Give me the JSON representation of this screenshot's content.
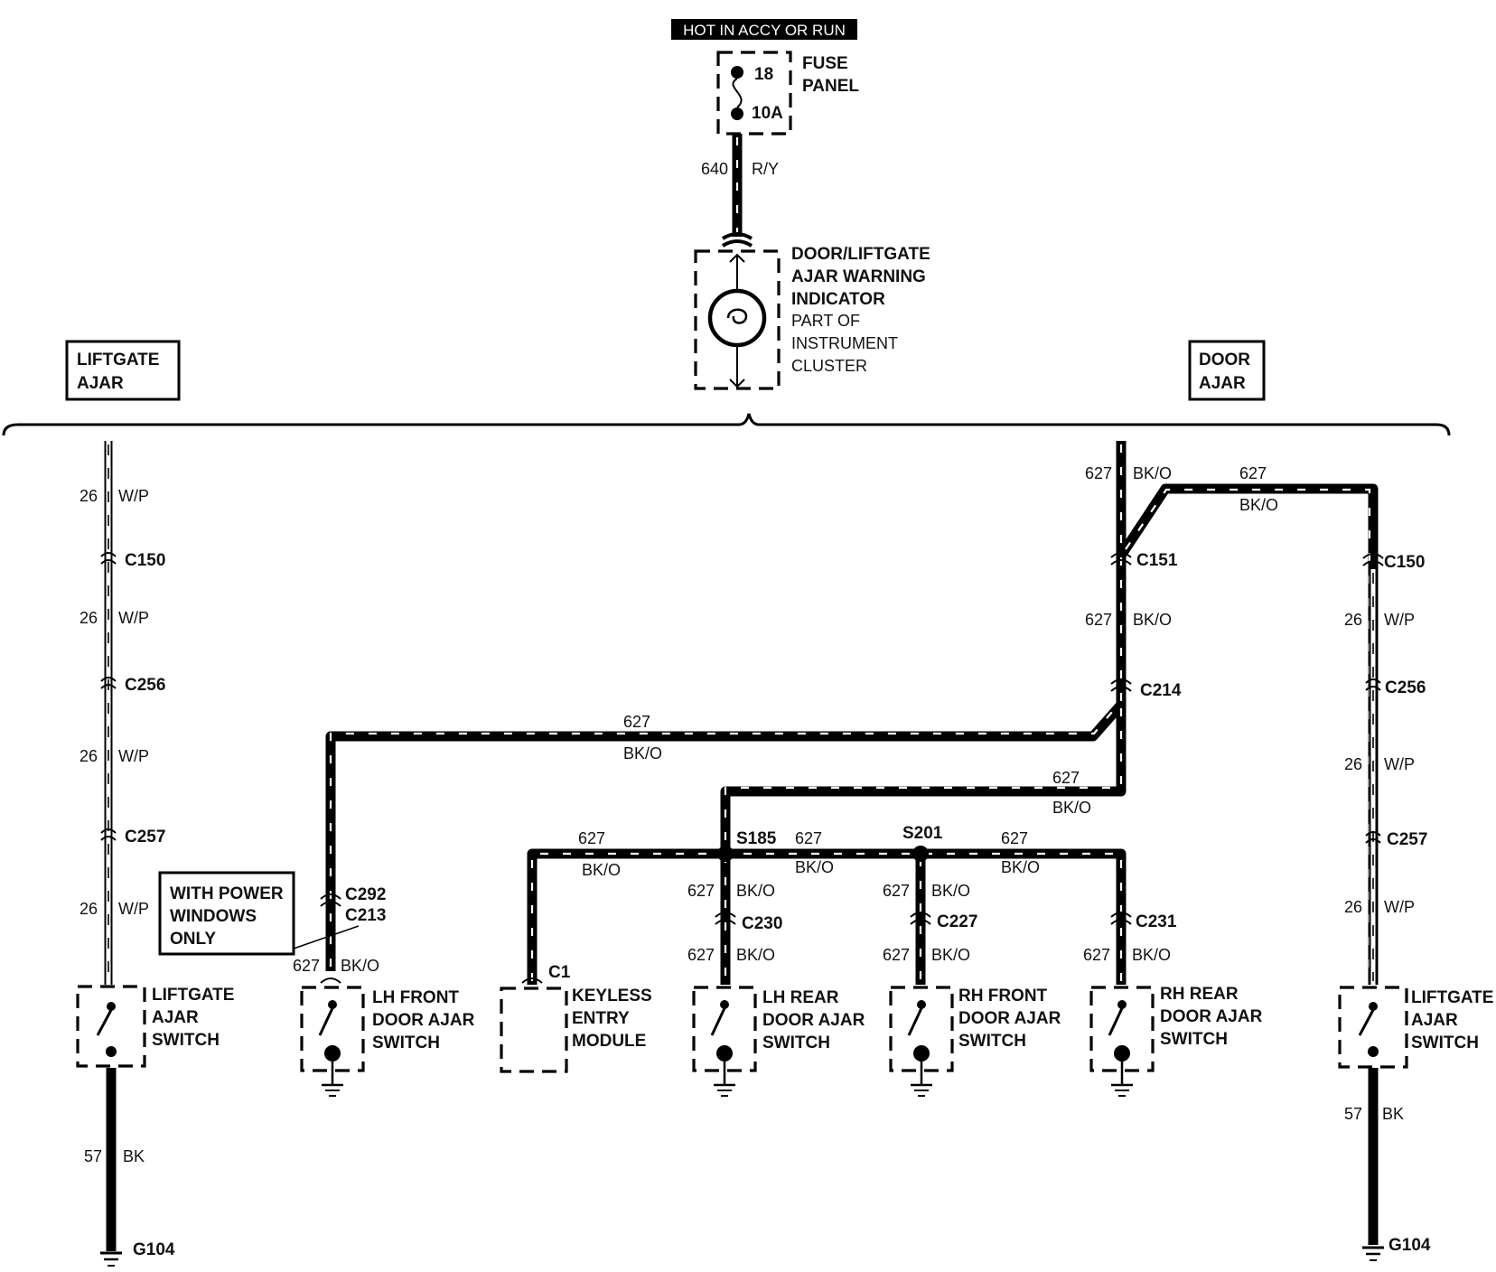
{
  "header": {
    "power_label": "HOT IN ACCY OR RUN"
  },
  "fuse": {
    "number": "18",
    "rating": "10A",
    "label_line1": "FUSE",
    "label_line2": "PANEL"
  },
  "feed_wire": {
    "circuit": "640",
    "color": "R/Y"
  },
  "indicator": {
    "lines": [
      "DOOR/LIFTGATE",
      "AJAR WARNING",
      "INDICATOR",
      "PART OF",
      "INSTRUMENT",
      "CLUSTER"
    ]
  },
  "sections": {
    "left": {
      "line1": "LIFTGATE",
      "line2": "AJAR"
    },
    "right": {
      "line1": "DOOR",
      "line2": "AJAR"
    }
  },
  "liftgate_wire": {
    "circuit": "26",
    "color": "W/P"
  },
  "ground_wire": {
    "circuit": "57",
    "color": "BK"
  },
  "door_wire": {
    "circuit": "627",
    "color": "BK/O"
  },
  "connectors": {
    "c150": "C150",
    "c256": "C256",
    "c257": "C257",
    "c151": "C151",
    "c214": "C214",
    "c292": "C292",
    "c213": "C213",
    "c230": "C230",
    "c227": "C227",
    "c231": "C231",
    "c1": "C1"
  },
  "splices": {
    "s185": "S185",
    "s201": "S201"
  },
  "grounds": {
    "g104": "G104"
  },
  "note": {
    "lines": [
      "WITH POWER",
      "WINDOWS",
      "ONLY"
    ]
  },
  "components": {
    "liftgate_switch": [
      "LIFTGATE",
      "AJAR",
      "SWITCH"
    ],
    "lh_front": [
      "LH FRONT",
      "DOOR AJAR",
      "SWITCH"
    ],
    "keyless": [
      "KEYLESS",
      "ENTRY",
      "MODULE"
    ],
    "lh_rear": [
      "LH REAR",
      "DOOR AJAR",
      "SWITCH"
    ],
    "rh_front": [
      "RH FRONT",
      "DOOR AJAR",
      "SWITCH"
    ],
    "rh_rear": [
      "RH REAR",
      "DOOR AJAR",
      "SWITCH"
    ]
  }
}
